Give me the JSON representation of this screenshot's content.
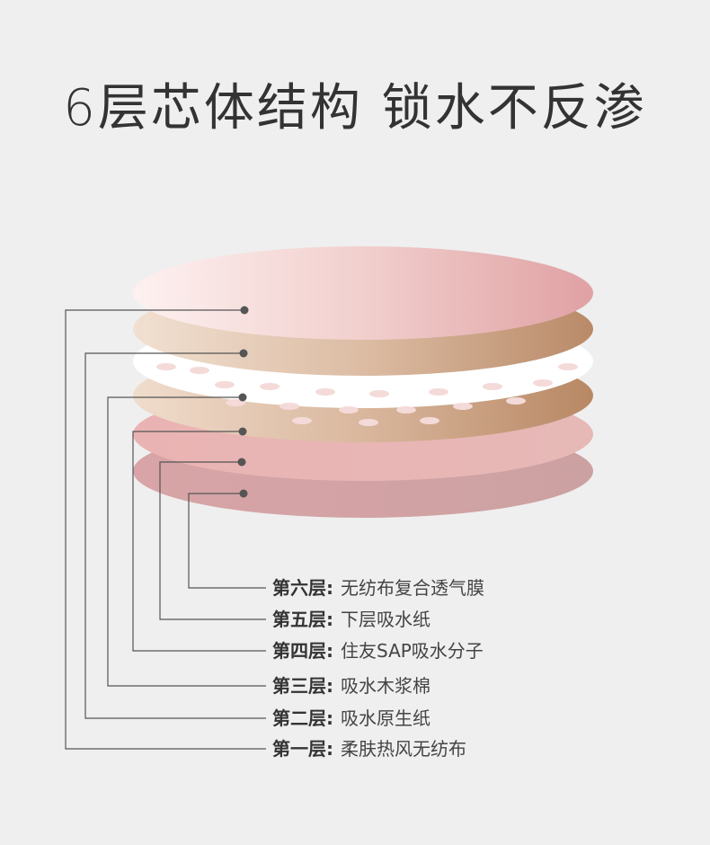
{
  "title": "6层芯体结构 锁水不反渗",
  "layers": [
    {
      "num": "第六层",
      "name": "无纺布复合透气膜"
    },
    {
      "num": "第五层",
      "name": "下层吸水纸"
    },
    {
      "num": "第四层",
      "name": "住友SAP吸水分子"
    },
    {
      "num": "第三层",
      "name": "吸水木浆棉"
    },
    {
      "num": "第二层",
      "name": "吸水原生纸"
    },
    {
      "num": "第一层",
      "name": "柔肤热风无纺布"
    }
  ],
  "separator": ":",
  "colors": {
    "background": "#efefef",
    "leader_line": "#555555",
    "dot": "#555555"
  }
}
